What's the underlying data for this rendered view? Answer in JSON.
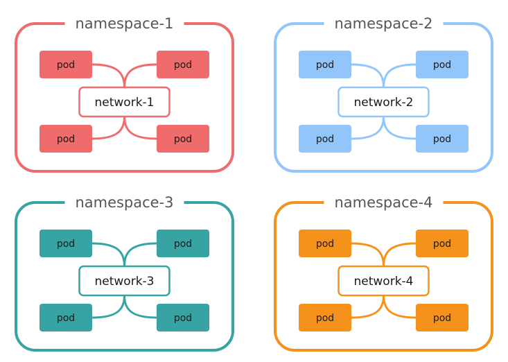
{
  "namespaces": [
    {
      "label": "namespace-1",
      "network": "network-1",
      "color": "#f06b6b",
      "pods": [
        "pod",
        "pod",
        "pod",
        "pod"
      ]
    },
    {
      "label": "namespace-2",
      "network": "network-2",
      "color": "#92c5f9",
      "pods": [
        "pod",
        "pod",
        "pod",
        "pod"
      ]
    },
    {
      "label": "namespace-3",
      "network": "network-3",
      "color": "#37a3a3",
      "pods": [
        "pod",
        "pod",
        "pod",
        "pod"
      ]
    },
    {
      "label": "namespace-4",
      "network": "network-4",
      "color": "#f5921b",
      "pods": [
        "pod",
        "pod",
        "pod",
        "pod"
      ]
    }
  ]
}
